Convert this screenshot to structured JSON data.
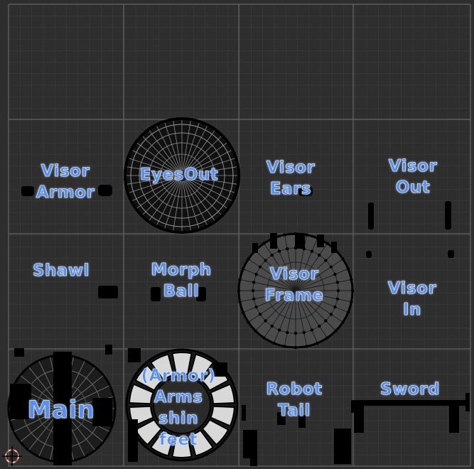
{
  "editor": {
    "title": "",
    "grid_columns": 4,
    "grid_rows": 4,
    "colors": {
      "background": "#303030",
      "minor_grid": "#3c3c3c",
      "major_grid": "#5a5a5a",
      "tile_fill": "#4a4a4a",
      "wire": "#000000",
      "label": "#5b8fe8",
      "label_glow": "#dfe9ff",
      "cursor": "#d24a3a"
    }
  },
  "tiles": [
    {
      "id": "visor-armor",
      "label": "Visor\nArmor"
    },
    {
      "id": "eyes-out",
      "label": "EyesOut"
    },
    {
      "id": "visor-ears",
      "label": "Visor\nEars"
    },
    {
      "id": "visor-out",
      "label": "Visor\nOut"
    },
    {
      "id": "shawl",
      "label": "Shawl"
    },
    {
      "id": "morph-ball",
      "label": "Morph\nBall"
    },
    {
      "id": "visor-frame",
      "label": "Visor\nFrame"
    },
    {
      "id": "visor-in",
      "label": "Visor\nIn"
    },
    {
      "id": "main",
      "label": "Main"
    },
    {
      "id": "armor-arms",
      "label": "(Armor)\nArms\nshin\nfeet"
    },
    {
      "id": "robot-tail",
      "label": "Robot\nTail"
    },
    {
      "id": "sword",
      "label": "Sword"
    }
  ],
  "cursor_icon": "2d-cursor-icon"
}
